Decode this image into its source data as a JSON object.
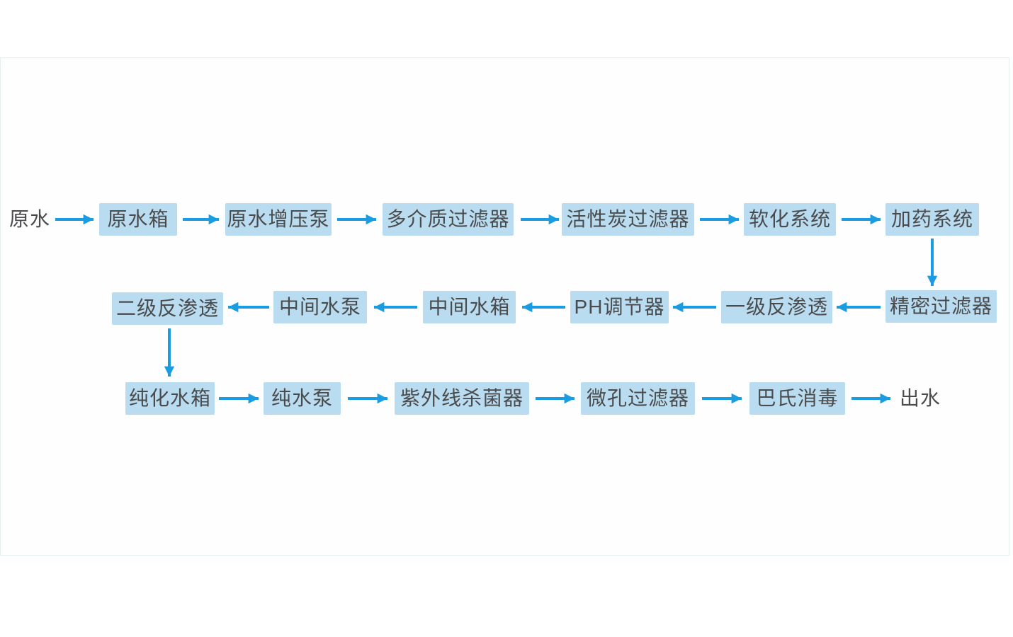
{
  "diagram": {
    "title": "water-treatment-process-flow",
    "source": "原水",
    "sink": "出水",
    "row1": [
      "原水箱",
      "原水增压泵",
      "多介质过滤器",
      "活性炭过滤器",
      "软化系统",
      "加药系统"
    ],
    "row2": [
      "精密过滤器",
      "一级反渗透",
      "PH调节器",
      "中间水箱",
      "中间水泵",
      "二级反渗透"
    ],
    "row3": [
      "纯化水箱",
      "纯水泵",
      "紫外线杀菌器",
      "微孔过滤器",
      "巴氏消毒"
    ]
  },
  "colors": {
    "box_fill": "#b9dcf0",
    "arrow": "#1a9ce2",
    "text": "#4a4b4d",
    "panel_border": "#e7eeee",
    "background": "#ffffff"
  }
}
